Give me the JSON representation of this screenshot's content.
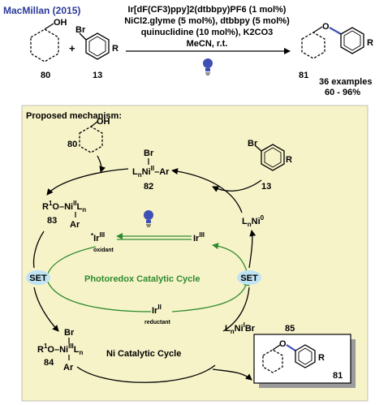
{
  "header": {
    "citation": "MacMillan (2015)"
  },
  "reaction": {
    "reagent_line1": "Ir[dF(CF3)ppy]2(dtbbpy)PF6 (1 mol%)",
    "reagent_line2": "NiCl2.glyme (5 mol%), dtbbpy (5 mol%)",
    "reagent_line3": "quinuclidine (10 mol%), K2CO3",
    "reagent_line4": "MeCN, r.t.",
    "alcohol_number": "80",
    "alcohol_oh": "OH",
    "plus": "+",
    "arylbromide_number": "13",
    "arylbromide_br": "Br",
    "arylbromide_r": "R",
    "product_number": "81",
    "product_o": "O",
    "product_r": "R",
    "examples": "36 examples",
    "yield": "60 - 96%"
  },
  "mechanism": {
    "title": "Proposed mechanism:",
    "alcohol_80": {
      "number": "80",
      "oh": "OH"
    },
    "arylbromide_13": {
      "number": "13",
      "br": "Br",
      "r": "R"
    },
    "complex_82": {
      "number": "82"
    },
    "complex_83": {
      "number": "83"
    },
    "complex_84": {
      "number": "84"
    },
    "complex_85": {
      "number": "85"
    },
    "ni0": "LnNi0",
    "ir_oxidant_label": "oxidant",
    "ir_reductant_label": "reductant",
    "ir_iii": "IrIII",
    "set_left": "SET",
    "set_right": "SET",
    "photoredox_cycle": "Photoredox Catalytic Cycle",
    "ni_cycle": "Ni Catalytic Cycle",
    "product_box": {
      "number": "81",
      "o": "O",
      "r": "R"
    }
  },
  "colors": {
    "citation": "#2b3a9a",
    "mechanism_bg": "#f7f3c9",
    "photoredox_green": "#2f8a2f",
    "set_bubble": "#bfe3f2",
    "bulb": "#3f4fb4",
    "product_box_shadow": "#9a9a9a"
  }
}
